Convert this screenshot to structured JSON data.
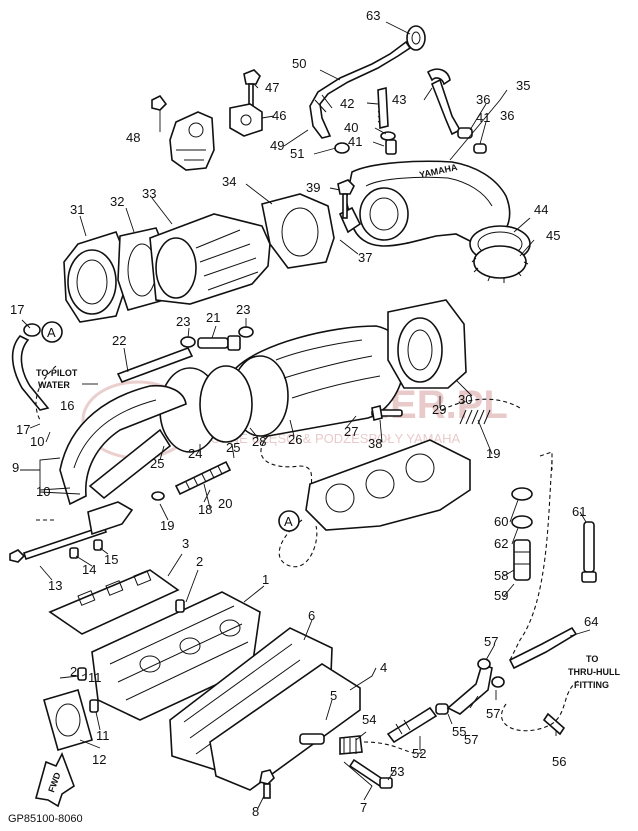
{
  "diagram_code": "GP85100-8060",
  "fwd_label": "FWD",
  "callouts": {
    "to_pilot_line1": "TO PILOT",
    "to_pilot_line2": "WATER",
    "to_thru_line1": "TO",
    "to_thru_line2": "THRU-HULL",
    "to_thru_line3": "FITTING",
    "marker_a": "A"
  },
  "watermark": {
    "main": "JETSKIER.PL",
    "sub": "WODNE CZĘŚCI & PODZESPOŁY YAMAHA"
  },
  "exhaust_label": "YAMAHA",
  "part_numbers": [
    "1",
    "2",
    "3",
    "4",
    "5",
    "6",
    "7",
    "8",
    "9",
    "10",
    "11",
    "12",
    "13",
    "14",
    "15",
    "16",
    "17",
    "18",
    "19",
    "20",
    "21",
    "22",
    "23",
    "24",
    "25",
    "26",
    "27",
    "28",
    "29",
    "30",
    "31",
    "32",
    "33",
    "34",
    "35",
    "36",
    "37",
    "38",
    "39",
    "40",
    "41",
    "42",
    "43",
    "44",
    "45",
    "46",
    "47",
    "48",
    "49",
    "50",
    "51",
    "52",
    "53",
    "54",
    "55",
    "56",
    "57",
    "58",
    "59",
    "60",
    "61",
    "62",
    "63",
    "64"
  ],
  "labels": [
    {
      "n": "63"
    },
    {
      "n": "50"
    },
    {
      "n": "47"
    },
    {
      "n": "42"
    },
    {
      "n": "43"
    },
    {
      "n": "35"
    },
    {
      "n": "36"
    },
    {
      "n": "36"
    },
    {
      "n": "41"
    },
    {
      "n": "48"
    },
    {
      "n": "46"
    },
    {
      "n": "40"
    },
    {
      "n": "49"
    },
    {
      "n": "51"
    },
    {
      "n": "41"
    },
    {
      "n": "34"
    },
    {
      "n": "39"
    },
    {
      "n": "31"
    },
    {
      "n": "32"
    },
    {
      "n": "33"
    },
    {
      "n": "44"
    },
    {
      "n": "45"
    },
    {
      "n": "37"
    },
    {
      "n": "17"
    },
    {
      "n": "23"
    },
    {
      "n": "21"
    },
    {
      "n": "23"
    },
    {
      "n": "22"
    },
    {
      "n": "16"
    },
    {
      "n": "30"
    },
    {
      "n": "29"
    },
    {
      "n": "17"
    },
    {
      "n": "10"
    },
    {
      "n": "27"
    },
    {
      "n": "38"
    },
    {
      "n": "19"
    },
    {
      "n": "25"
    },
    {
      "n": "24"
    },
    {
      "n": "25"
    },
    {
      "n": "28"
    },
    {
      "n": "26"
    },
    {
      "n": "9"
    },
    {
      "n": "10"
    },
    {
      "n": "20"
    },
    {
      "n": "18"
    },
    {
      "n": "19"
    },
    {
      "n": "61"
    },
    {
      "n": "60"
    },
    {
      "n": "62"
    },
    {
      "n": "15"
    },
    {
      "n": "14"
    },
    {
      "n": "13"
    },
    {
      "n": "3"
    },
    {
      "n": "2"
    },
    {
      "n": "1"
    },
    {
      "n": "58"
    },
    {
      "n": "59"
    },
    {
      "n": "6"
    },
    {
      "n": "64"
    },
    {
      "n": "57"
    },
    {
      "n": "2"
    },
    {
      "n": "11"
    },
    {
      "n": "4"
    },
    {
      "n": "57"
    },
    {
      "n": "57"
    },
    {
      "n": "5"
    },
    {
      "n": "54"
    },
    {
      "n": "55"
    },
    {
      "n": "11"
    },
    {
      "n": "52"
    },
    {
      "n": "12"
    },
    {
      "n": "56"
    },
    {
      "n": "53"
    },
    {
      "n": "8"
    },
    {
      "n": "7"
    }
  ]
}
